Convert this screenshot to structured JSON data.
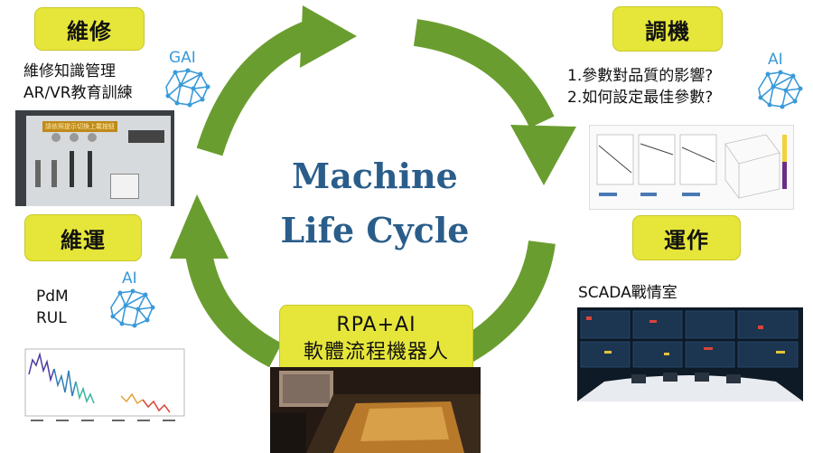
{
  "title": {
    "line1": "Machine",
    "line2": "Life Cycle"
  },
  "colors": {
    "arrow": "#6a9d2f",
    "tag": "#e6e63a",
    "title": "#2a5d8a",
    "ai": "#3a9ad9"
  },
  "maintenance": {
    "label": "維修",
    "ai_tag": "GAI",
    "line1": "維修知識管理",
    "line2": "AR/VR教育訓練",
    "panel_caption": "請依照提示切換上載按鈕"
  },
  "tuning": {
    "label": "調機",
    "ai_tag": "AI",
    "line1": "1.參數對品質的影響?",
    "line2": "2.如何設定最佳參數?"
  },
  "operation": {
    "label": "運作",
    "caption": "SCADA戰情室"
  },
  "om": {
    "label": "維運",
    "ai_tag": "AI",
    "line1": "PdM",
    "line2": "RUL"
  },
  "rpa": {
    "line1": "RPA+AI",
    "line2": "軟體流程機器人"
  }
}
